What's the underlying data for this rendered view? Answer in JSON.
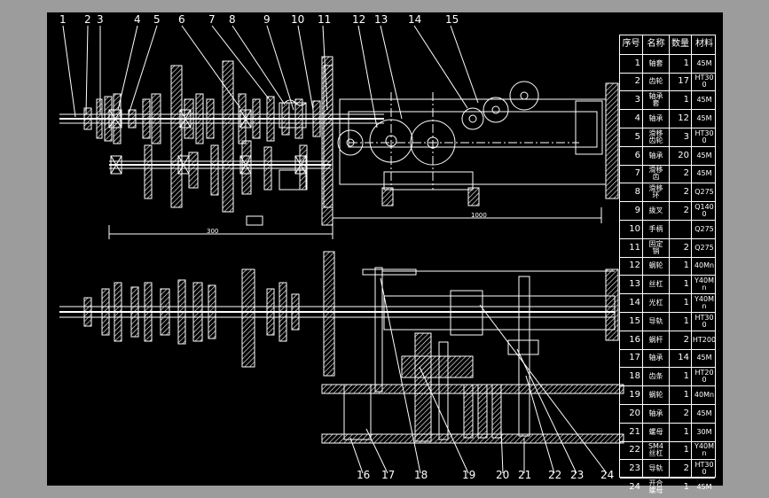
{
  "dimensions": {
    "d1": "300",
    "d2": "1000"
  },
  "callouts": [
    "1",
    "2",
    "3",
    "4",
    "5",
    "6",
    "7",
    "8",
    "9",
    "10",
    "11",
    "12",
    "13",
    "14",
    "15",
    "16",
    "17",
    "18",
    "19",
    "20",
    "21",
    "22",
    "23",
    "24"
  ],
  "bom": {
    "headers": [
      "序号",
      "名称",
      "数量",
      "材料"
    ],
    "rows": [
      {
        "no": "24",
        "name": "开合\n螺母",
        "qty": "1",
        "mat": "45M"
      },
      {
        "no": "23",
        "name": "导轨",
        "qty": "2",
        "mat": "HT30\n0"
      },
      {
        "no": "22",
        "name": "SM4\n丝杠",
        "qty": "1",
        "mat": "Y40M\nn"
      },
      {
        "no": "21",
        "name": "螺母",
        "qty": "1",
        "mat": "30M"
      },
      {
        "no": "20",
        "name": "轴承",
        "qty": "2",
        "mat": "45M"
      },
      {
        "no": "19",
        "name": "蜗轮",
        "qty": "1",
        "mat": "40Mn"
      },
      {
        "no": "18",
        "name": "齿条",
        "qty": "1",
        "mat": "HT20\n0"
      },
      {
        "no": "17",
        "name": "轴承",
        "qty": "14",
        "mat": "45M"
      },
      {
        "no": "16",
        "name": "蜗杆",
        "qty": "2",
        "mat": "HT200"
      },
      {
        "no": "15",
        "name": "导轨",
        "qty": "1",
        "mat": "HT30\n0"
      },
      {
        "no": "14",
        "name": "光杠",
        "qty": "1",
        "mat": "Y40M\nn"
      },
      {
        "no": "13",
        "name": "丝杠",
        "qty": "1",
        "mat": "Y40M\nn"
      },
      {
        "no": "12",
        "name": "蜗轮",
        "qty": "1",
        "mat": "40Mn"
      },
      {
        "no": "11",
        "name": "固定\n销",
        "qty": "2",
        "mat": "Q275"
      },
      {
        "no": "10",
        "name": "手柄",
        "qty": "",
        "mat": "Q275"
      },
      {
        "no": "9",
        "name": "拨叉",
        "qty": "2",
        "mat": "Q140\n0"
      },
      {
        "no": "8",
        "name": "滑移\n环",
        "qty": "2",
        "mat": "Q275"
      },
      {
        "no": "7",
        "name": "滑移\n齿",
        "qty": "2",
        "mat": "45M"
      },
      {
        "no": "6",
        "name": "轴承",
        "qty": "20",
        "mat": "45M"
      },
      {
        "no": "5",
        "name": "滑移\n齿轮",
        "qty": "3",
        "mat": "HT30\n0"
      },
      {
        "no": "4",
        "name": "轴承",
        "qty": "12",
        "mat": "45M"
      },
      {
        "no": "3",
        "name": "轴承\n套",
        "qty": "1",
        "mat": "45M"
      },
      {
        "no": "2",
        "name": "齿轮",
        "qty": "17",
        "mat": "HT30\n0"
      },
      {
        "no": "1",
        "name": "轴套",
        "qty": "1",
        "mat": "45M"
      }
    ]
  }
}
